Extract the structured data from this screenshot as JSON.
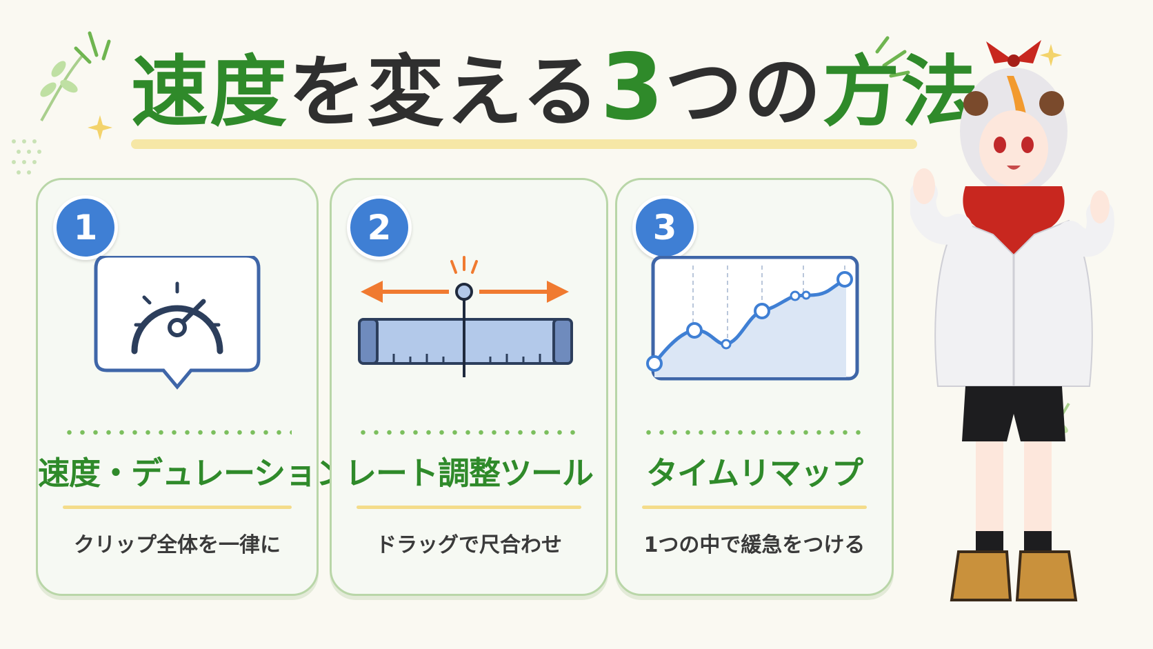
{
  "title": {
    "part1": "速度",
    "part2": "を変える",
    "number": "3",
    "part3": "つの",
    "part4": "方法"
  },
  "cards": [
    {
      "number": "1",
      "label": "速度・デュレーション",
      "description": "クリップ全体を一律に",
      "icon": "speedometer-icon"
    },
    {
      "number": "2",
      "label": "レート調整ツール",
      "description": "ドラッグで尺合わせ",
      "icon": "rate-stretch-icon"
    },
    {
      "number": "3",
      "label": "タイムリマップ",
      "description": "1つの中で緩急をつける",
      "icon": "time-remap-graph-icon"
    }
  ],
  "colors": {
    "accent_green": "#2f8a2a",
    "badge_blue": "#3f7fd4",
    "arrow_orange": "#f07a30",
    "underline_yellow": "#f6e7a6"
  }
}
